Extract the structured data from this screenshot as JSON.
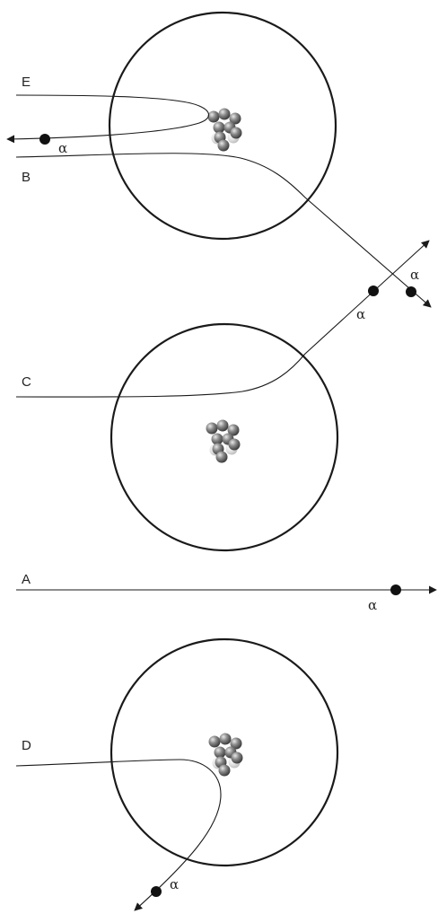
{
  "colors": {
    "line": "#1a1a1a",
    "particle": "#111111",
    "nucleon_dark": "#6d6d6d",
    "nucleon_light": "#d9d9d9"
  },
  "trajectories": [
    {
      "id": "E",
      "label": "E",
      "particle_label": "α"
    },
    {
      "id": "B",
      "label": "B",
      "particle_label": "α"
    },
    {
      "id": "C",
      "label": "C",
      "particle_label": "α"
    },
    {
      "id": "A",
      "label": "A",
      "particle_label": "α"
    },
    {
      "id": "D",
      "label": "D",
      "particle_label": "α"
    }
  ]
}
